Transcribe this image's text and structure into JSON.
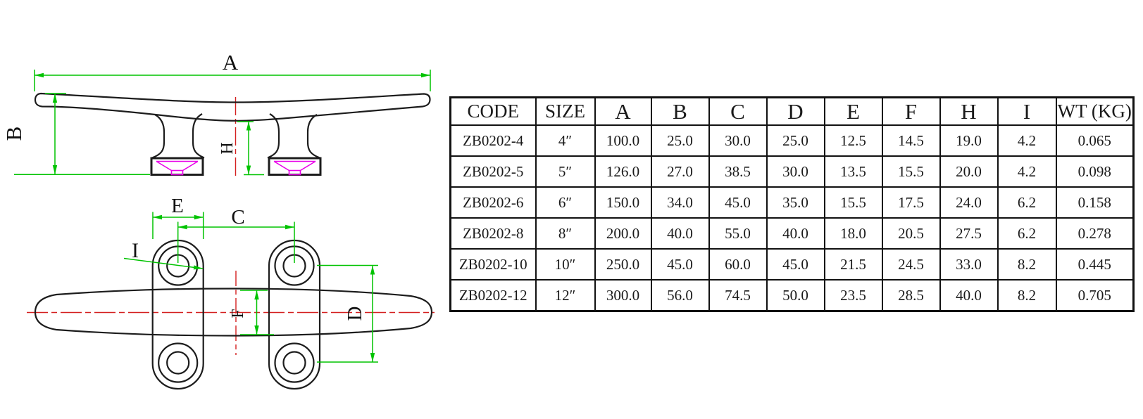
{
  "colors": {
    "outline": "#1c1c1c",
    "dimension_green": "#00c300",
    "centerline_red": "#d42020",
    "countersink_magenta": "#e builds"
  },
  "drawing": {
    "labels": {
      "A": "A",
      "B": "B",
      "C": "C",
      "D": "D",
      "E": "E",
      "F": "F",
      "H": "H",
      "I": "I"
    }
  },
  "table": {
    "headers": [
      "CODE",
      "SIZE",
      "A",
      "B",
      "C",
      "D",
      "E",
      "F",
      "H",
      "I",
      "WT (KG)"
    ],
    "rows": [
      [
        "ZB0202-4",
        "4″",
        "100.0",
        "25.0",
        "30.0",
        "25.0",
        "12.5",
        "14.5",
        "19.0",
        "4.2",
        "0.065"
      ],
      [
        "ZB0202-5",
        "5″",
        "126.0",
        "27.0",
        "38.5",
        "30.0",
        "13.5",
        "15.5",
        "20.0",
        "4.2",
        "0.098"
      ],
      [
        "ZB0202-6",
        "6″",
        "150.0",
        "34.0",
        "45.0",
        "35.0",
        "15.5",
        "17.5",
        "24.0",
        "6.2",
        "0.158"
      ],
      [
        "ZB0202-8",
        "8″",
        "200.0",
        "40.0",
        "55.0",
        "40.0",
        "18.0",
        "20.5",
        "27.5",
        "6.2",
        "0.278"
      ],
      [
        "ZB0202-10",
        "10″",
        "250.0",
        "45.0",
        "60.0",
        "45.0",
        "21.5",
        "24.5",
        "33.0",
        "8.2",
        "0.445"
      ],
      [
        "ZB0202-12",
        "12″",
        "300.0",
        "56.0",
        "74.5",
        "50.0",
        "23.5",
        "28.5",
        "40.0",
        "8.2",
        "0.705"
      ]
    ]
  }
}
